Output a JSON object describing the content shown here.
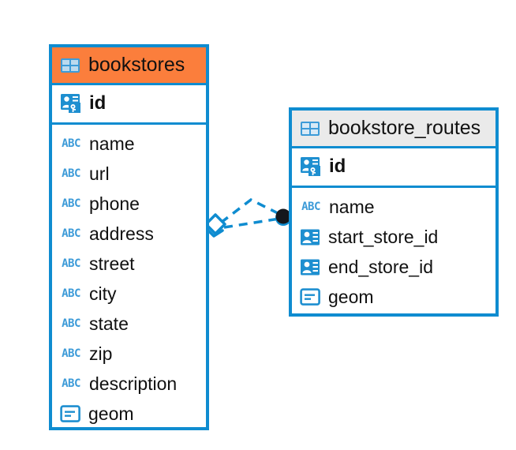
{
  "diagram": {
    "type": "entity-relationship-diagram",
    "background": "#ffffff",
    "accent_blue": "#0f8cd0",
    "header_orange": "#fb7e3c",
    "header_gray": "#eaeaea",
    "icon_blue": "#3d9bd8",
    "endpoint_dark": "#14171c"
  },
  "entities": [
    {
      "name": "bookstores",
      "header_icon": "table-icon",
      "header_color": "#fb7e3c",
      "primary_keys": [
        {
          "label": "id",
          "icon": "primary-key-icon",
          "type": "primary-key"
        }
      ],
      "fields": [
        {
          "label": "name",
          "icon": "abc-text-icon",
          "type": "text"
        },
        {
          "label": "url",
          "icon": "abc-text-icon",
          "type": "text"
        },
        {
          "label": "phone",
          "icon": "abc-text-icon",
          "type": "text"
        },
        {
          "label": "address",
          "icon": "abc-text-icon",
          "type": "text"
        },
        {
          "label": "street",
          "icon": "abc-text-icon",
          "type": "text"
        },
        {
          "label": "city",
          "icon": "abc-text-icon",
          "type": "text"
        },
        {
          "label": "state",
          "icon": "abc-text-icon",
          "type": "text"
        },
        {
          "label": "zip",
          "icon": "abc-text-icon",
          "type": "text"
        },
        {
          "label": "description",
          "icon": "abc-text-icon",
          "type": "text"
        },
        {
          "label": "geom",
          "icon": "geometry-icon",
          "type": "geometry"
        }
      ]
    },
    {
      "name": "bookstore_routes",
      "header_icon": "table-icon",
      "header_color": "#eaeaea",
      "primary_keys": [
        {
          "label": "id",
          "icon": "primary-key-icon",
          "type": "primary-key"
        }
      ],
      "fields": [
        {
          "label": "name",
          "icon": "abc-text-icon",
          "type": "text"
        },
        {
          "label": "start_store_id",
          "icon": "foreign-key-icon",
          "type": "foreign-key"
        },
        {
          "label": "end_store_id",
          "icon": "foreign-key-icon",
          "type": "foreign-key"
        },
        {
          "label": "geom",
          "icon": "geometry-icon",
          "type": "geometry"
        }
      ]
    }
  ],
  "relationship": {
    "from_entity": "bookstores",
    "to_entity": "bookstore_routes",
    "line_style": "dashed",
    "line_color": "#0f8cd0",
    "source_marker": "diamond-marker",
    "target_marker": "filled-circle-marker"
  }
}
